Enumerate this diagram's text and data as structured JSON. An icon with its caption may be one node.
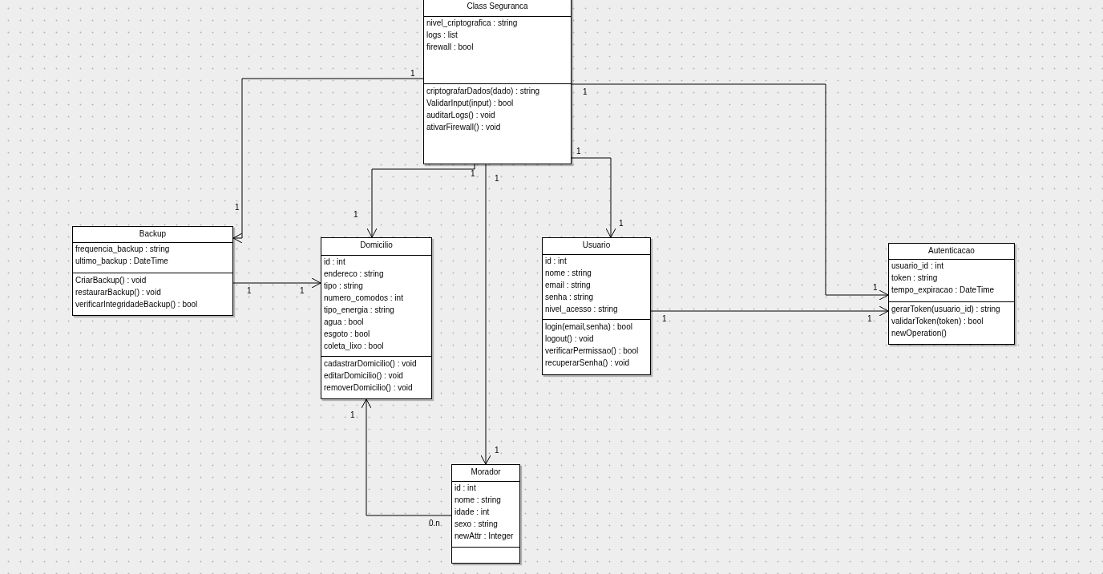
{
  "diagram": {
    "nodes": [
      {
        "text": [
          "Class Seguranca",
          "nivel_criptografica : string",
          "logs : list",
          "firewall : bool",
          "criptografarDados(dado) : string",
          "ValidarInput(input) : bool",
          "auditarLogs() : void",
          "ativarFirewall() : void"
        ]
      },
      {
        "text": [
          "Backup",
          "frequencia_backup : string",
          "ultimo_backup : DateTime",
          "CriarBackup() : void",
          "restaurarBackup() : void",
          "verificarIntegridadeBackup() : bool"
        ]
      },
      {
        "text": [
          "Domicilio",
          "id : int",
          "endereco : string",
          "tipo : string",
          "numero_comodos : int",
          "tipo_energia : string",
          "agua : bool",
          "esgoto : bool",
          "coleta_lixo : bool",
          "cadastrarDomicilio() : void",
          "editarDomicilio() : void",
          "removerDomicilio() : void"
        ]
      },
      {
        "text": [
          "Usuario",
          "id : int",
          "nome : string",
          "email : string",
          "senha : string",
          "nivel_acesso : string",
          "login(email,senha) : bool",
          "logout() : void",
          "verificarPermissao() : bool",
          "recuperarSenha() : void"
        ]
      },
      {
        "text": [
          "Autenticacao",
          "usuario_id : int",
          "token : string",
          "tempo_expiracao : DateTime",
          "gerarToken(usuario_id) : string",
          "validarToken(token) : bool",
          "newOperation()"
        ]
      },
      {
        "text": [
          "Morador",
          "id : int",
          "nome : string",
          "idade : int",
          "sexo : string",
          "newAttr : Integer"
        ]
      }
    ],
    "edges": [
      {
        "from": 0,
        "to": 1,
        "arrow": "to"
      },
      {
        "from": 0,
        "to": 4,
        "arrow": "to"
      },
      {
        "from": 0,
        "to": 2,
        "arrow": "to"
      },
      {
        "from": 0,
        "to": 5,
        "arrow": "to"
      },
      {
        "from": 0,
        "to": 3,
        "arrow": "to"
      },
      {
        "from": 1,
        "to": 2,
        "arrow": "to"
      },
      {
        "from": 3,
        "to": 4,
        "arrow": "to"
      },
      {
        "from": 5,
        "to": 2,
        "arrow": "to"
      }
    ],
    "labels": [
      "1",
      "1",
      "1",
      "1",
      "1",
      "1",
      "1",
      "1",
      "1",
      "1",
      "1",
      "1",
      "1",
      "1",
      "1",
      "0.n"
    ]
  }
}
